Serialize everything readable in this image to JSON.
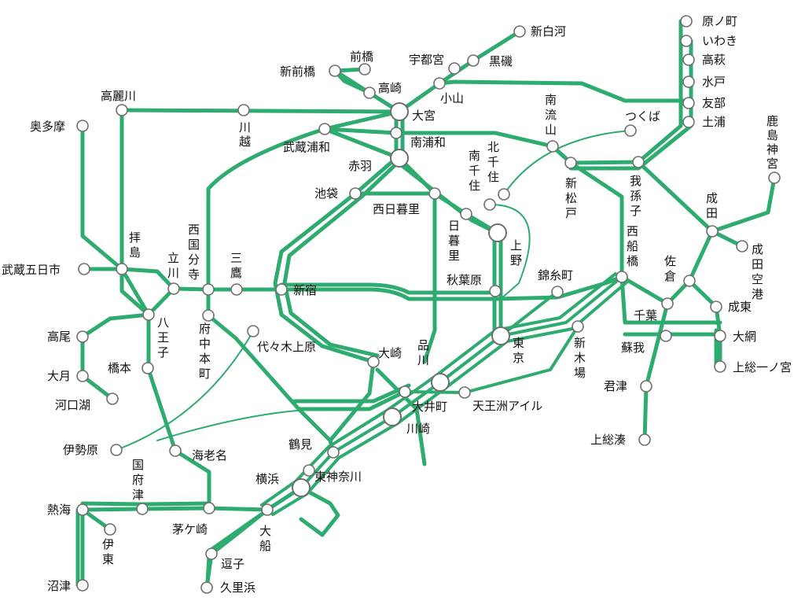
{
  "colors": {
    "line": "#2eab6f",
    "station_fill": "#ffffff",
    "station_stroke": "#6e6e6e",
    "text": "#111111"
  },
  "stations": [
    {
      "id": "haranomachi",
      "name": "原ノ町"
    },
    {
      "id": "iwaki",
      "name": "いわき"
    },
    {
      "id": "takahagi",
      "name": "高萩"
    },
    {
      "id": "mito",
      "name": "水戸"
    },
    {
      "id": "tomobe",
      "name": "友部"
    },
    {
      "id": "tsuchiura",
      "name": "土浦"
    },
    {
      "id": "shinshirakawa",
      "name": "新白河"
    },
    {
      "id": "kuroiso",
      "name": "黒磯"
    },
    {
      "id": "utsunomiya",
      "name": "宇都宮"
    },
    {
      "id": "oyama",
      "name": "小山"
    },
    {
      "id": "maebashi",
      "name": "前橋"
    },
    {
      "id": "shinmaebashi",
      "name": "新前橋"
    },
    {
      "id": "takasaki",
      "name": "高崎"
    },
    {
      "id": "omiya",
      "name": "大宮"
    },
    {
      "id": "komagawa",
      "name": "高麗川"
    },
    {
      "id": "kawagoe",
      "name": "川越"
    },
    {
      "id": "okutama",
      "name": "奥多摩"
    },
    {
      "id": "musashiurawa",
      "name": "武蔵浦和"
    },
    {
      "id": "minamiurawa",
      "name": "南浦和"
    },
    {
      "id": "akabane",
      "name": "赤羽"
    },
    {
      "id": "minaminagareyama",
      "name": "南流山"
    },
    {
      "id": "tsukuba",
      "name": "つくば"
    },
    {
      "id": "kashimajingu",
      "name": "鹿島神宮"
    },
    {
      "id": "kitasenju",
      "name": "北千住"
    },
    {
      "id": "minamisenju",
      "name": "南千住"
    },
    {
      "id": "shinmatsudo",
      "name": "新松戸"
    },
    {
      "id": "abiko",
      "name": "我孫子"
    },
    {
      "id": "narita",
      "name": "成田"
    },
    {
      "id": "naritaairport",
      "name": "成田空港"
    },
    {
      "id": "ikebukuro",
      "name": "池袋"
    },
    {
      "id": "nishinippori",
      "name": "西日暮里"
    },
    {
      "id": "nippori",
      "name": "日暮里"
    },
    {
      "id": "ueno",
      "name": "上野"
    },
    {
      "id": "haijima",
      "name": "拝島"
    },
    {
      "id": "tachikawa",
      "name": "立川"
    },
    {
      "id": "nishikokubunji",
      "name": "西国分寺"
    },
    {
      "id": "mitaka",
      "name": "三鷹"
    },
    {
      "id": "musashiitsukaichi",
      "name": "武蔵五日市"
    },
    {
      "id": "shinjuku",
      "name": "新宿"
    },
    {
      "id": "akihabara",
      "name": "秋葉原"
    },
    {
      "id": "kinshicho",
      "name": "錦糸町"
    },
    {
      "id": "nishifunabashi",
      "name": "西船橋"
    },
    {
      "id": "sakura",
      "name": "佐倉"
    },
    {
      "id": "naruto",
      "name": "成東"
    },
    {
      "id": "chiba",
      "name": "千葉"
    },
    {
      "id": "takao",
      "name": "高尾"
    },
    {
      "id": "hachioji",
      "name": "八王子"
    },
    {
      "id": "fuchuhommachi",
      "name": "府中本町"
    },
    {
      "id": "yoyogiuehara",
      "name": "代々木上原"
    },
    {
      "id": "tokyo",
      "name": "東京"
    },
    {
      "id": "shinkiba",
      "name": "新木場"
    },
    {
      "id": "soga",
      "name": "蘇我"
    },
    {
      "id": "oami",
      "name": "大網"
    },
    {
      "id": "kazusaichinomiya",
      "name": "上総一ノ宮"
    },
    {
      "id": "otsuki",
      "name": "大月"
    },
    {
      "id": "hashimoto",
      "name": "橋本"
    },
    {
      "id": "osaki",
      "name": "大崎"
    },
    {
      "id": "shinagawa",
      "name": "品川"
    },
    {
      "id": "kawaguchiko",
      "name": "河口湖"
    },
    {
      "id": "ooimachi",
      "name": "大井町"
    },
    {
      "id": "tennozuisle",
      "name": "天王洲アイル"
    },
    {
      "id": "kimitsu",
      "name": "君津"
    },
    {
      "id": "kawasaki",
      "name": "川崎"
    },
    {
      "id": "isehara",
      "name": "伊勢原"
    },
    {
      "id": "ebina",
      "name": "海老名"
    },
    {
      "id": "tsurumi",
      "name": "鶴見"
    },
    {
      "id": "kazusaminato",
      "name": "上総湊"
    },
    {
      "id": "kozu",
      "name": "国府津"
    },
    {
      "id": "yokohama",
      "name": "横浜"
    },
    {
      "id": "higashikanagawa",
      "name": "東神奈川"
    },
    {
      "id": "atami",
      "name": "熱海"
    },
    {
      "id": "chigasaki",
      "name": "茅ケ崎"
    },
    {
      "id": "ito",
      "name": "伊東"
    },
    {
      "id": "ofuna",
      "name": "大船"
    },
    {
      "id": "zushi",
      "name": "逗子"
    },
    {
      "id": "numazu",
      "name": "沼津"
    },
    {
      "id": "kurihama",
      "name": "久里浜"
    }
  ]
}
